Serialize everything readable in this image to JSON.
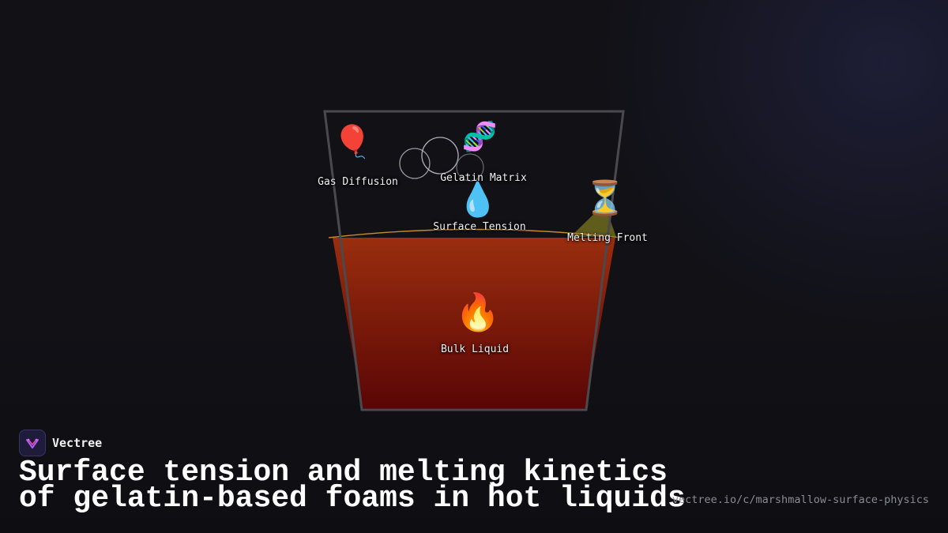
{
  "diagram": {
    "labels": {
      "gas_diffusion": "Gas Diffusion",
      "gelatin_matrix": "Gelatin Matrix",
      "surface_tension": "Surface Tension",
      "melting_front": "Melting Front",
      "bulk_liquid": "Bulk Liquid"
    },
    "icons": {
      "gas_diffusion": "🎈",
      "gelatin_matrix": "🧬",
      "surface_tension": "💧",
      "melting_front": "⏳",
      "bulk_liquid": "🔥"
    },
    "colors": {
      "liquid_top": "#9a2e0e",
      "liquid_bottom": "#5a0606",
      "cup_outline": "#4a4a4e",
      "meniscus": "#c8892a"
    }
  },
  "brand": {
    "name": "Vectree"
  },
  "title": {
    "line1": "Surface tension and melting kinetics",
    "line2": "of gelatin-based foams in hot liquids"
  },
  "url": "vectree.io/c/marshmallow-surface-physics"
}
